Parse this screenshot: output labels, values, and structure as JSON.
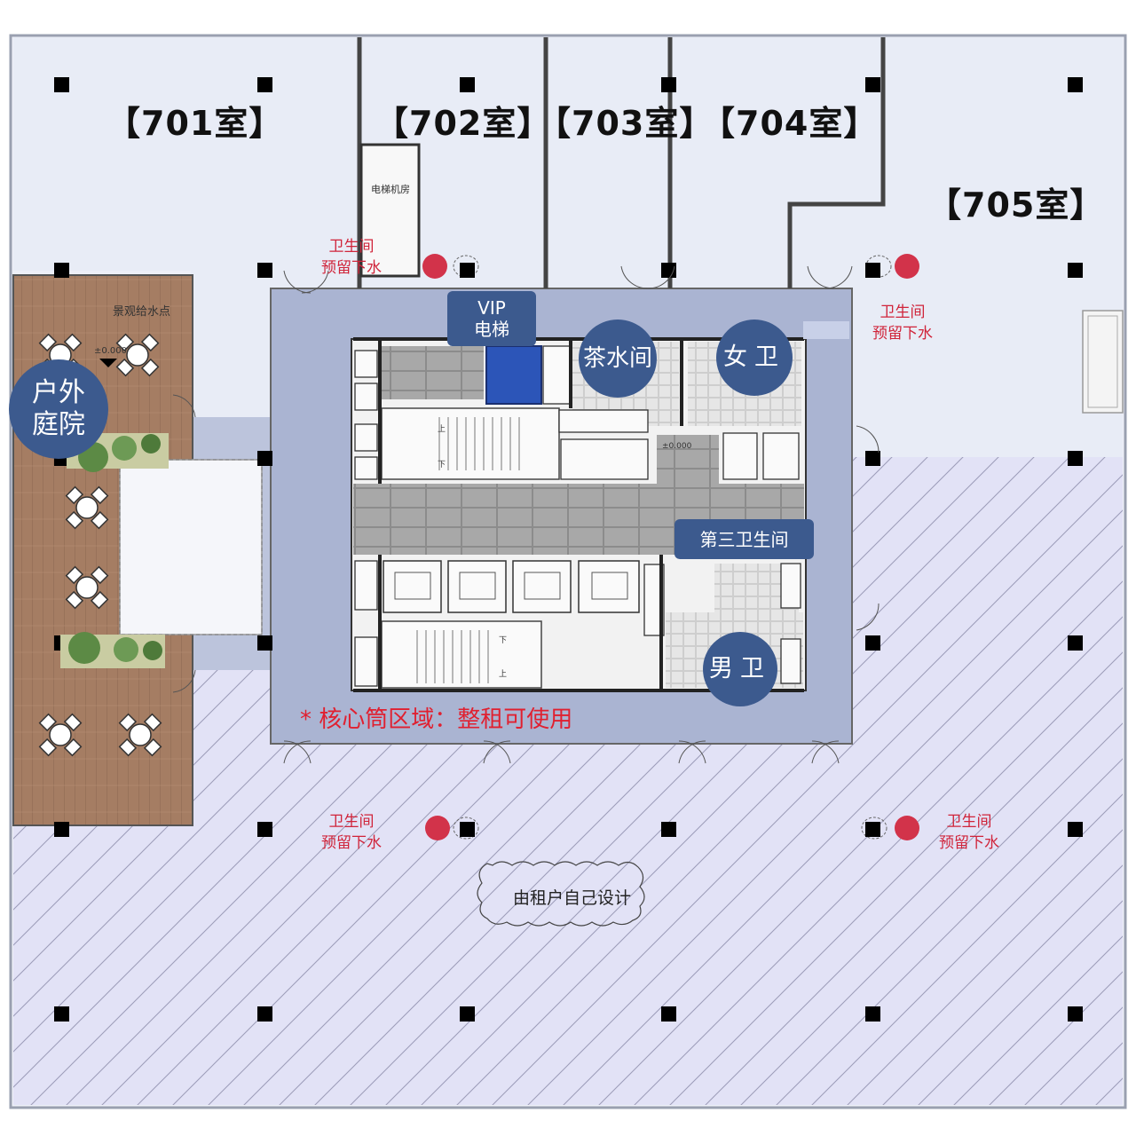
{
  "rooms": {
    "r701": "【701室】",
    "r702": "【702室】",
    "r703": "【703室】",
    "r704": "【704室】",
    "r705": "【705室】"
  },
  "labels": {
    "elevator_machine_room": "电梯机房",
    "landscape_water": "景观给水点",
    "courtyard": "户外庭院",
    "vip_elevator": "VIP电梯",
    "tea_room": "茶水间",
    "womens_wc": "女卫",
    "mens_wc": "男卫",
    "third_wc": "第三卫生间",
    "core_note": "* 核心筒区域：整租可使用",
    "tenant_design": "由租户自己设计",
    "level_mark": "±0.000",
    "stair_up": "上",
    "stair_down": "下"
  },
  "wc_drain_note": {
    "line1": "卫生间",
    "line2": "预留下水"
  },
  "colors": {
    "office_blue": "#e8ecf6",
    "open_area": "#e2e2f6",
    "core_blue": "#aab4d2",
    "wood_deck": "#a57d63",
    "bubble_blue": "#3c5a8e",
    "red_note": "#d0243a",
    "red_dot": "#d2334a"
  },
  "icons": [
    "column-marker",
    "table-set-icon",
    "plant-icon",
    "red-dot-marker"
  ]
}
